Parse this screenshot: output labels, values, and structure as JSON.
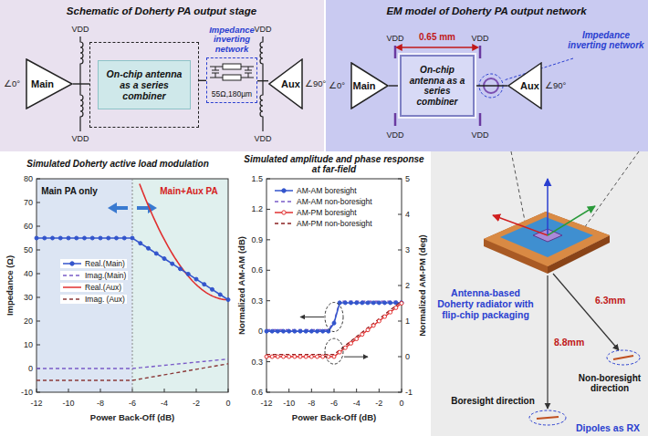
{
  "diagram": {
    "nodes": [
      {
        "text": [
          "Main"
        ]
      },
      {
        "text": [
          "On-chip antenna as a series combiner"
        ]
      },
      {
        "text": [
          "Impedance inverting network",
          "55Ω,180µm"
        ]
      },
      {
        "text": [
          "Aux"
        ]
      },
      {
        "text": [
          "Main"
        ]
      },
      {
        "text": [
          "On-chip antenna as a series combiner"
        ]
      },
      {
        "text": [
          "Aux"
        ]
      }
    ],
    "edges": [
      {
        "from": 0,
        "to": 1,
        "arrow": "none"
      },
      {
        "from": 1,
        "to": 2,
        "arrow": "none"
      },
      {
        "from": 2,
        "to": 3,
        "arrow": "none"
      },
      {
        "from": 4,
        "to": 5,
        "arrow": "none"
      },
      {
        "from": 5,
        "to": 6,
        "arrow": "none"
      }
    ],
    "labels": [
      "Schematic of Doherty PA output stage",
      "∠0°",
      "∠90°",
      "VDD",
      "VDD",
      "VDD",
      "VDD",
      "EM model of Doherty PA output network",
      "∠0°",
      "∠90°",
      "VDD",
      "VDD",
      "VDD",
      "VDD",
      "0.65 mm",
      "Impedance inverting network",
      "Simulated Doherty active load modulation",
      "Main PA only",
      "Main+Aux PA",
      "80",
      "70",
      "60",
      "50",
      "40",
      "30",
      "20",
      "10",
      "0",
      "-10",
      "-12",
      "-10",
      "-8",
      "-6",
      "-4",
      "-2",
      "0",
      "Power Back-Off (dB)",
      "Impedance (Ω)",
      "Simulated amplitude and phase response at far-field",
      "1.5",
      "1.2",
      "0.9",
      "0.6",
      "0.3",
      "0",
      "0.3",
      "0.6",
      "5",
      "4",
      "3",
      "2",
      "1",
      "0",
      "-1",
      "-12",
      "-10",
      "-8",
      "-6",
      "-4",
      "-2",
      "0",
      "Power Back-Off (dB)",
      "Normalized AM-AM (dB)",
      "Normalized AM-PM (deg)",
      "Antenna-based Doherty radiator with flip-chip packaging",
      "6.3mm",
      "8.8mm",
      "Boresight direction",
      "Non-boresight direction",
      "Dipoles as RX"
    ],
    "legend": [
      {
        "text": "Real.(Main)"
      },
      {
        "text": "Imag.(Main)"
      },
      {
        "text": "Real.(Aux)"
      },
      {
        "text": "Imag. (Aux)"
      },
      {
        "text": "AM-AM boresight"
      },
      {
        "text": "AM-AM non-boresight"
      },
      {
        "text": "AM-PM boresight"
      },
      {
        "text": "AM-PM non-boresight"
      }
    ]
  }
}
